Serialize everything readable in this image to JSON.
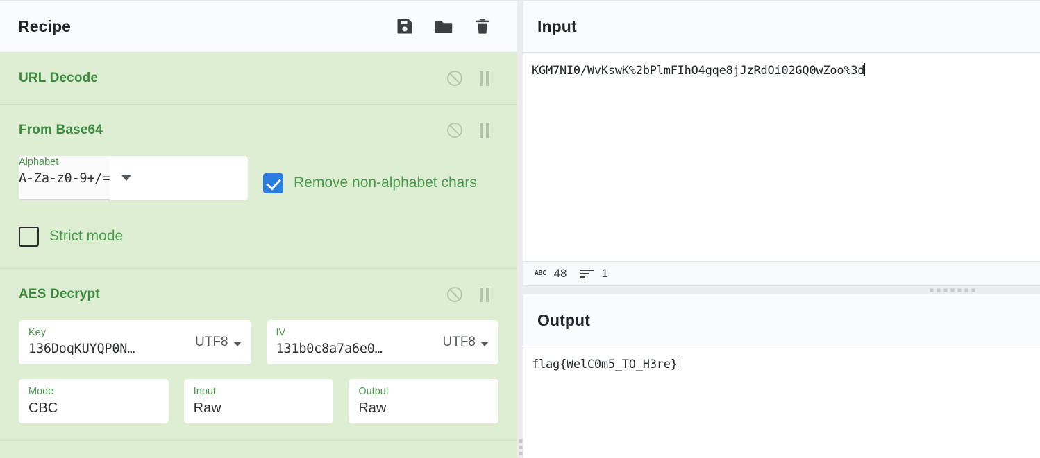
{
  "recipe": {
    "title": "Recipe",
    "controls": [
      {
        "name": "save-recipe-icon",
        "label": "Save recipe"
      },
      {
        "name": "load-recipe-icon",
        "label": "Load recipe"
      },
      {
        "name": "clear-recipe-icon",
        "label": "Clear recipe"
      }
    ],
    "operations": [
      {
        "title": "URL Decode",
        "disable_label": "Disable operation",
        "breakpoint_label": "Set breakpoint"
      },
      {
        "title": "From Base64",
        "disable_label": "Disable operation",
        "breakpoint_label": "Set breakpoint",
        "args": {
          "alphabet_label": "Alphabet",
          "alphabet_value": "A-Za-z0-9+/=",
          "remove_non_alphabet_label": "Remove non-alphabet chars",
          "remove_non_alphabet_checked": true,
          "strict_mode_label": "Strict mode",
          "strict_mode_checked": false
        }
      },
      {
        "title": "AES Decrypt",
        "disable_label": "Disable operation",
        "breakpoint_label": "Set breakpoint",
        "args": {
          "key_label": "Key",
          "key_value": "136DoqKUYQP0N…",
          "key_encoding": "UTF8",
          "iv_label": "IV",
          "iv_value": "131b0c8a7a6e0…",
          "iv_encoding": "UTF8",
          "mode_label": "Mode",
          "mode_value": "CBC",
          "input_label": "Input",
          "input_value": "Raw",
          "output_label": "Output",
          "output_value": "Raw"
        }
      }
    ]
  },
  "input": {
    "title": "Input",
    "value": "KGM7NI0/WvKswK%2bPlmFIhO4gqe8jJzRdOi02GQ0wZoo%3d",
    "status": {
      "length_icon": "abc-icon",
      "length": "48",
      "lines_icon": "lines-icon",
      "lines": "1"
    }
  },
  "output": {
    "title": "Output",
    "value": "flag{WelC0m5_TO_H3re}"
  },
  "colors": {
    "recipe_bg": "#ddeed3",
    "op_title": "#3c8a3f",
    "arg_label": "#4a9a4d",
    "checkbox_checked": "#2b7de0",
    "splitter": "#ebecee"
  }
}
